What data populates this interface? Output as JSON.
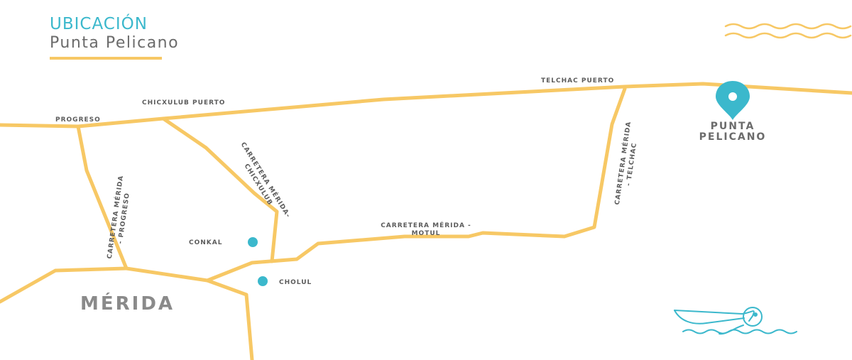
{
  "header": {
    "label": "UBICACIÓN",
    "title": "Punta Pelicano"
  },
  "places": {
    "progreso": "PROGRESO",
    "chicxulub_puerto": "CHICXULUB PUERTO",
    "telchac_puerto": "TELCHAC PUERTO",
    "punta_pelicano_line1": "PUNTA",
    "punta_pelicano_line2": "PELICANO",
    "conkal": "CONKAL",
    "cholul": "CHOLUL",
    "merida": "MÉRIDA"
  },
  "roads": {
    "merida_progreso_line1": "CARRETERA MÉRIDA",
    "merida_progreso_line2": "- PROGRESO",
    "merida_chicxulub_line1": "CARRETERA MÉRIDA-",
    "merida_chicxulub_line2": "CHICXULUB",
    "merida_telchac_line1": "CARRETERA MÉRIDA",
    "merida_telchac_line2": "- TELCHAC",
    "merida_motul_line1": "CARRETERA MÉRIDA -",
    "merida_motul_line2": "MOTUL"
  },
  "icons": {
    "pin": "location-pin-icon",
    "waves": "waves-icon",
    "pelican": "pelican-icon"
  },
  "colors": {
    "road": "#f7c865",
    "accent": "#3bb8cc",
    "text": "#5c5c5c"
  }
}
